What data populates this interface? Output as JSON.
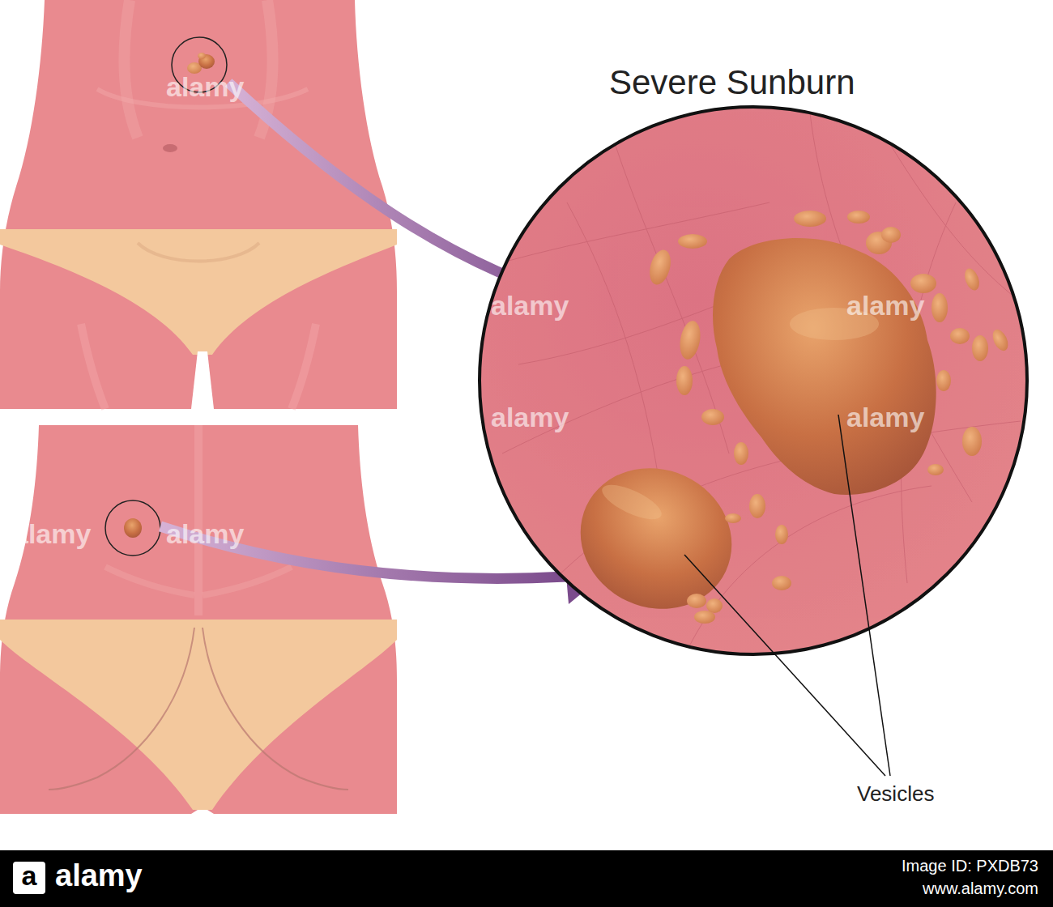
{
  "diagram": {
    "title": "Severe Sunburn",
    "labels": [
      "Vesicles",
      "alamy",
      "alamy",
      "alamy",
      "alamy",
      "alamy",
      "alamy",
      "alamy",
      "alamy",
      "a",
      "alamy",
      "Image ID: PXDB73",
      "www.alamy.com"
    ]
  }
}
